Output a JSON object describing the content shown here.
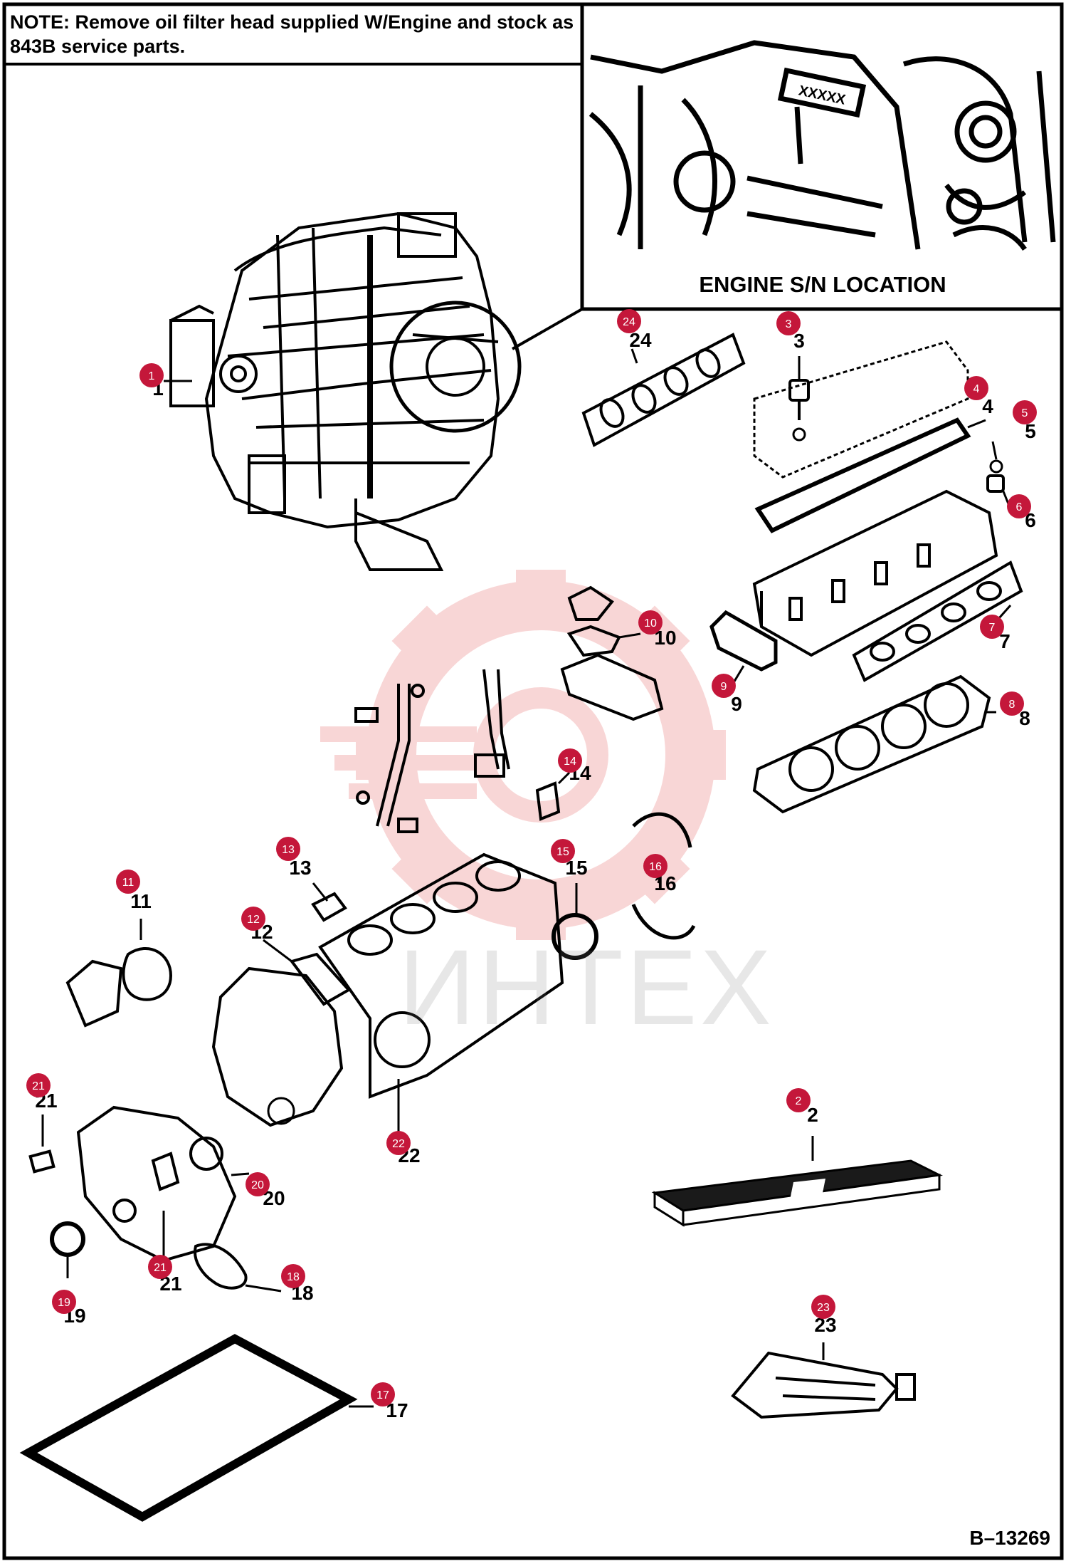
{
  "note": {
    "label": "NOTE:",
    "text": "Remove oil filter head supplied W/Engine and stock as 843B service parts."
  },
  "serial_inset": {
    "caption": "ENGINE S/N LOCATION",
    "serial_marking": "XXXXX"
  },
  "drawing_number": "B–13269",
  "watermark": "ИНТЕХ",
  "colors": {
    "callout": "#c4173a",
    "line": "#000000",
    "watermark": "#f4b6b6"
  },
  "callouts": [
    {
      "marker": "1",
      "label": "1"
    },
    {
      "marker": "2",
      "label": "2"
    },
    {
      "marker": "3",
      "label": "3"
    },
    {
      "marker": "4",
      "label": "4"
    },
    {
      "marker": "5",
      "label": "5"
    },
    {
      "marker": "6",
      "label": "6"
    },
    {
      "marker": "7",
      "label": "7"
    },
    {
      "marker": "8",
      "label": "8"
    },
    {
      "marker": "9",
      "label": "9"
    },
    {
      "marker": "10",
      "label": "10"
    },
    {
      "marker": "11",
      "label": "11"
    },
    {
      "marker": "12",
      "label": "12"
    },
    {
      "marker": "13",
      "label": "13"
    },
    {
      "marker": "14",
      "label": "14"
    },
    {
      "marker": "15",
      "label": "15"
    },
    {
      "marker": "16",
      "label": "16"
    },
    {
      "marker": "17",
      "label": "17"
    },
    {
      "marker": "18",
      "label": "18"
    },
    {
      "marker": "19",
      "label": "19"
    },
    {
      "marker": "20",
      "label": "20"
    },
    {
      "marker": "21",
      "label": "21"
    },
    {
      "marker": "21",
      "label": "21"
    },
    {
      "marker": "22",
      "label": "22"
    },
    {
      "marker": "23",
      "label": "23"
    },
    {
      "marker": "24",
      "label": "24"
    }
  ]
}
